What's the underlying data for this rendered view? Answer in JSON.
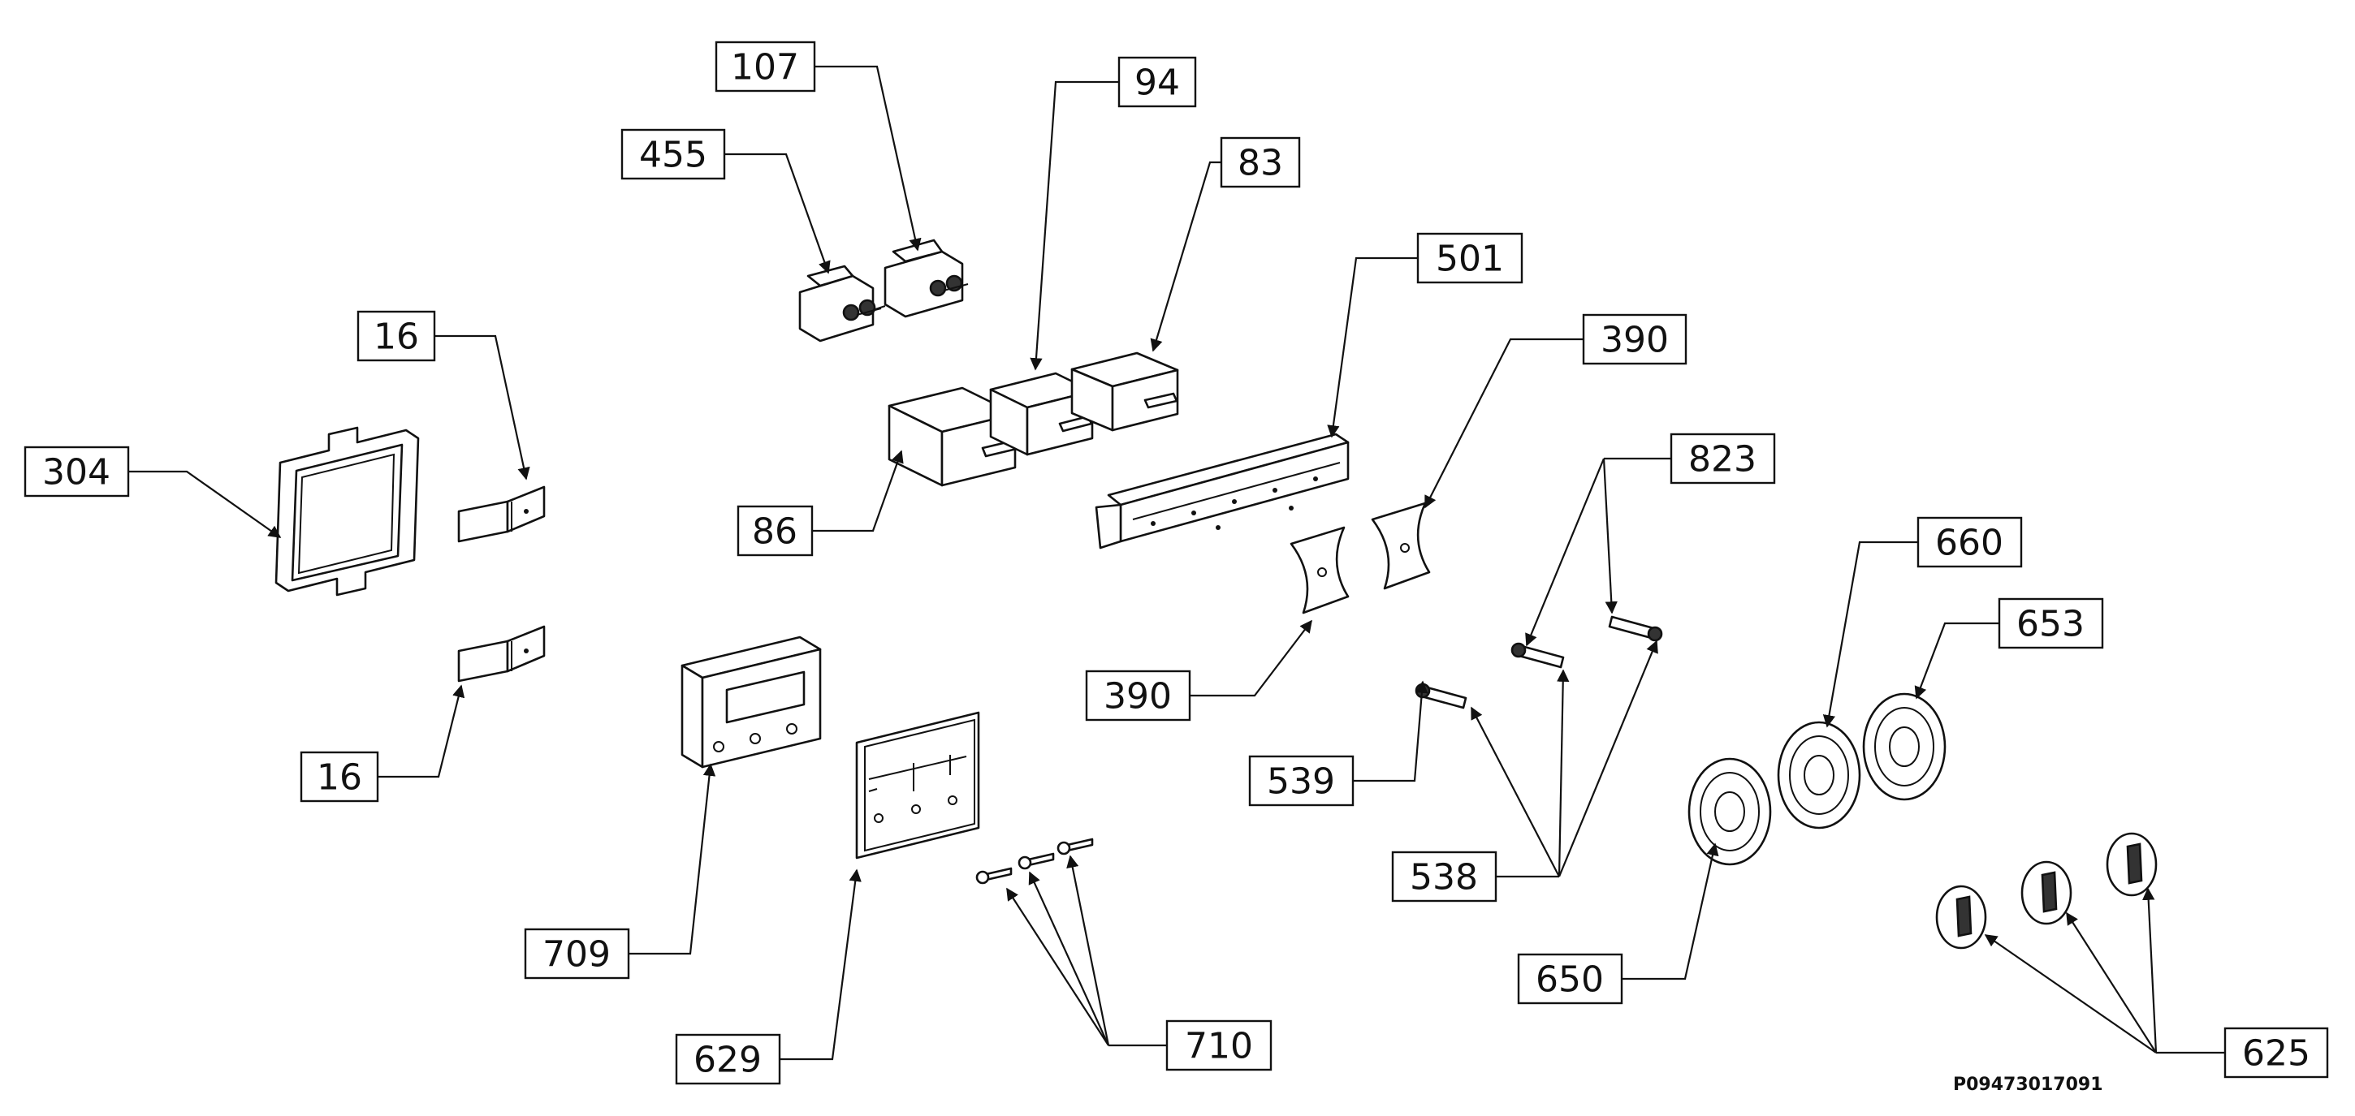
{
  "labels": [
    {
      "id": "l107",
      "text": "107"
    },
    {
      "id": "l94",
      "text": "94"
    },
    {
      "id": "l455",
      "text": "455"
    },
    {
      "id": "l83",
      "text": "83"
    },
    {
      "id": "l501",
      "text": "501"
    },
    {
      "id": "l390a",
      "text": "390"
    },
    {
      "id": "l16a",
      "text": "16"
    },
    {
      "id": "l304",
      "text": "304"
    },
    {
      "id": "l823",
      "text": "823"
    },
    {
      "id": "l86",
      "text": "86"
    },
    {
      "id": "l660",
      "text": "660"
    },
    {
      "id": "l653",
      "text": "653"
    },
    {
      "id": "l390b",
      "text": "390"
    },
    {
      "id": "l16b",
      "text": "16"
    },
    {
      "id": "l539",
      "text": "539"
    },
    {
      "id": "l538",
      "text": "538"
    },
    {
      "id": "l709",
      "text": "709"
    },
    {
      "id": "l650",
      "text": "650"
    },
    {
      "id": "l710",
      "text": "710"
    },
    {
      "id": "l625",
      "text": "625"
    },
    {
      "id": "l629",
      "text": "629"
    }
  ],
  "drawing_code": "P09473017091",
  "colors": {
    "line": "#111111",
    "background": "#ffffff"
  }
}
